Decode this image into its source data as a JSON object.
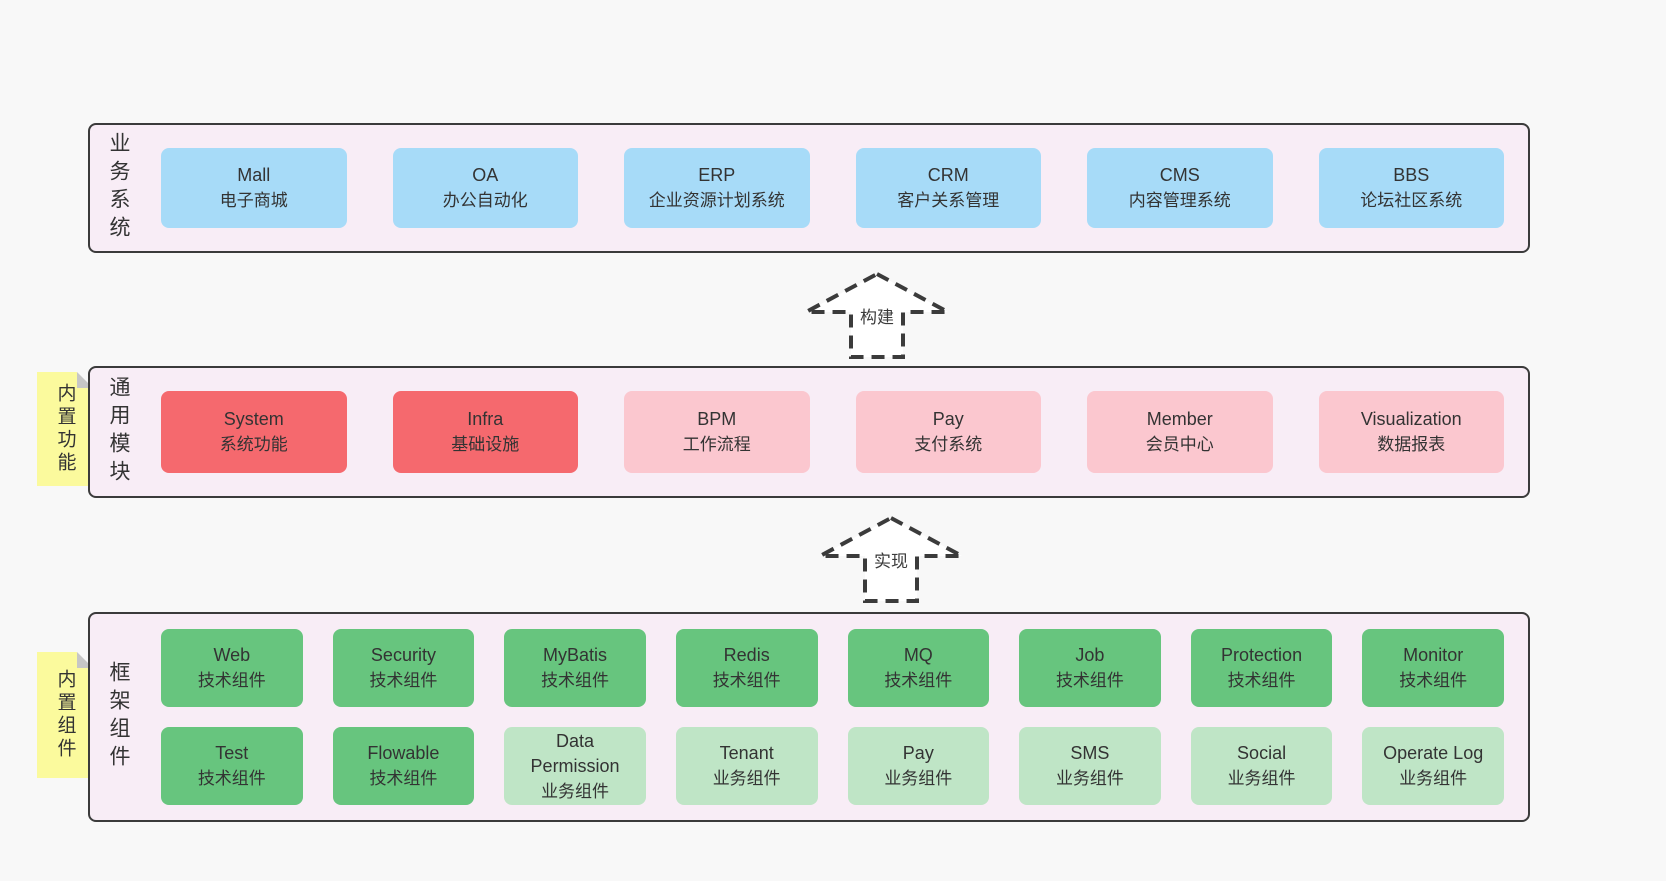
{
  "colors": {
    "page_bg": "#f8f8f8",
    "panel_bg": "#f8edf6",
    "panel_border": "#3b3b3b",
    "blue_box": "#a7dbf8",
    "red_box": "#f5696e",
    "pink_box": "#fbc7cf",
    "green_box": "#67c57e",
    "light_green_box": "#bfe5c6",
    "note_yellow": "#fbfa9d",
    "note_fold_gray": "#c6c6c6",
    "text": "#333333"
  },
  "arrows": {
    "build": "构建",
    "implement": "实现"
  },
  "sections": {
    "business": {
      "label": "业务系统",
      "boxes": [
        {
          "name": "Mall",
          "desc": "电子商城"
        },
        {
          "name": "OA",
          "desc": "办公自动化"
        },
        {
          "name": "ERP",
          "desc": "企业资源计划系统"
        },
        {
          "name": "CRM",
          "desc": "客户关系管理"
        },
        {
          "name": "CMS",
          "desc": "内容管理系统"
        },
        {
          "name": "BBS",
          "desc": "论坛社区系统"
        }
      ]
    },
    "modules": {
      "label": "通用模块",
      "note": "内置功能",
      "boxes": [
        {
          "name": "System",
          "desc": "系统功能"
        },
        {
          "name": "Infra",
          "desc": "基础设施"
        },
        {
          "name": "BPM",
          "desc": "工作流程"
        },
        {
          "name": "Pay",
          "desc": "支付系统"
        },
        {
          "name": "Member",
          "desc": "会员中心"
        },
        {
          "name": "Visualization",
          "desc": "数据报表"
        }
      ]
    },
    "framework": {
      "label": "框架组件",
      "note": "内置组件",
      "rows": [
        [
          {
            "name": "Web",
            "desc": "技术组件"
          },
          {
            "name": "Security",
            "desc": "技术组件"
          },
          {
            "name": "MyBatis",
            "desc": "技术组件"
          },
          {
            "name": "Redis",
            "desc": "技术组件"
          },
          {
            "name": "MQ",
            "desc": "技术组件"
          },
          {
            "name": "Job",
            "desc": "技术组件"
          },
          {
            "name": "Protection",
            "desc": "技术组件"
          },
          {
            "name": "Monitor",
            "desc": "技术组件"
          }
        ],
        [
          {
            "name": "Test",
            "desc": "技术组件"
          },
          {
            "name": "Flowable",
            "desc": "技术组件"
          },
          {
            "name": "Data Permission",
            "desc": "业务组件"
          },
          {
            "name": "Tenant",
            "desc": "业务组件"
          },
          {
            "name": "Pay",
            "desc": "业务组件"
          },
          {
            "name": "SMS",
            "desc": "业务组件"
          },
          {
            "name": "Social",
            "desc": "业务组件"
          },
          {
            "name": "Operate Log",
            "desc": "业务组件"
          }
        ]
      ]
    }
  }
}
